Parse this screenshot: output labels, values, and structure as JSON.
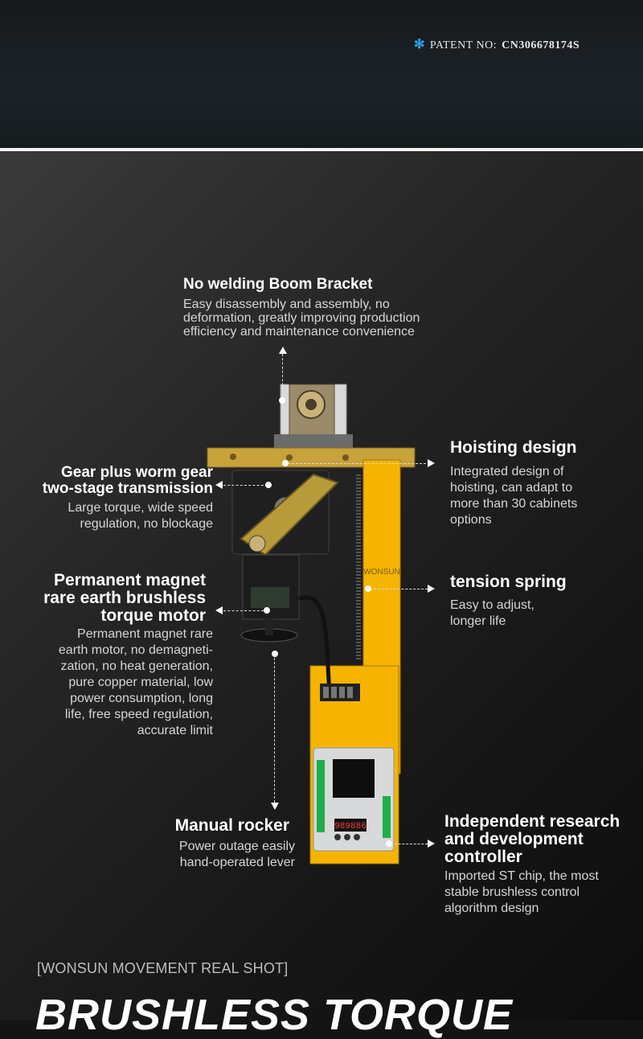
{
  "patent": {
    "label": "PATENT NO:",
    "number": "CN306678174S"
  },
  "features": {
    "boom_bracket": {
      "title": "No welding Boom Bracket",
      "desc": [
        "Easy disassembly and assembly, no",
        "deformation, greatly improving production",
        "efficiency and maintenance convenience"
      ]
    },
    "hoisting": {
      "title": "Hoisting design",
      "desc": [
        "Integrated design of",
        "hoisting, can adapt to",
        "more than 30 cabinets",
        "options"
      ]
    },
    "gear": {
      "title": [
        "Gear plus worm gear",
        "two-stage transmission"
      ],
      "desc": [
        "Large torque, wide speed",
        "regulation, no blockage"
      ]
    },
    "spring": {
      "title": "tension spring",
      "desc": [
        "Easy to adjust,",
        "longer life"
      ]
    },
    "motor": {
      "title": [
        "Permanent magnet",
        "rare earth brushless",
        "torque motor"
      ],
      "desc": [
        "Permanent magnet rare",
        "earth motor, no demagneti-",
        "zation, no heat generation,",
        "pure copper material, low",
        "power consumption, long",
        "life, free speed regulation,",
        "accurate limit"
      ]
    },
    "rocker": {
      "title": "Manual rocker",
      "desc": [
        "Power outage easily",
        "hand-operated lever"
      ]
    },
    "controller": {
      "title": [
        "Independent research",
        "and development",
        "controller"
      ],
      "desc": [
        "Imported ST chip, the most",
        "stable brushless control",
        "algorithm design"
      ]
    }
  },
  "tagline": "[WONSUN MOVEMENT REAL SHOT]",
  "heading": "BRUSHLESS TORQUE",
  "device": {
    "display_readout": "989886",
    "watermark": "WONSUN"
  },
  "colors": {
    "accent_blue": "#2aa6e8",
    "frame_yellow": "#f5b400",
    "gold_plate": "#c8a23a",
    "controller_grey": "#d7d9db"
  }
}
